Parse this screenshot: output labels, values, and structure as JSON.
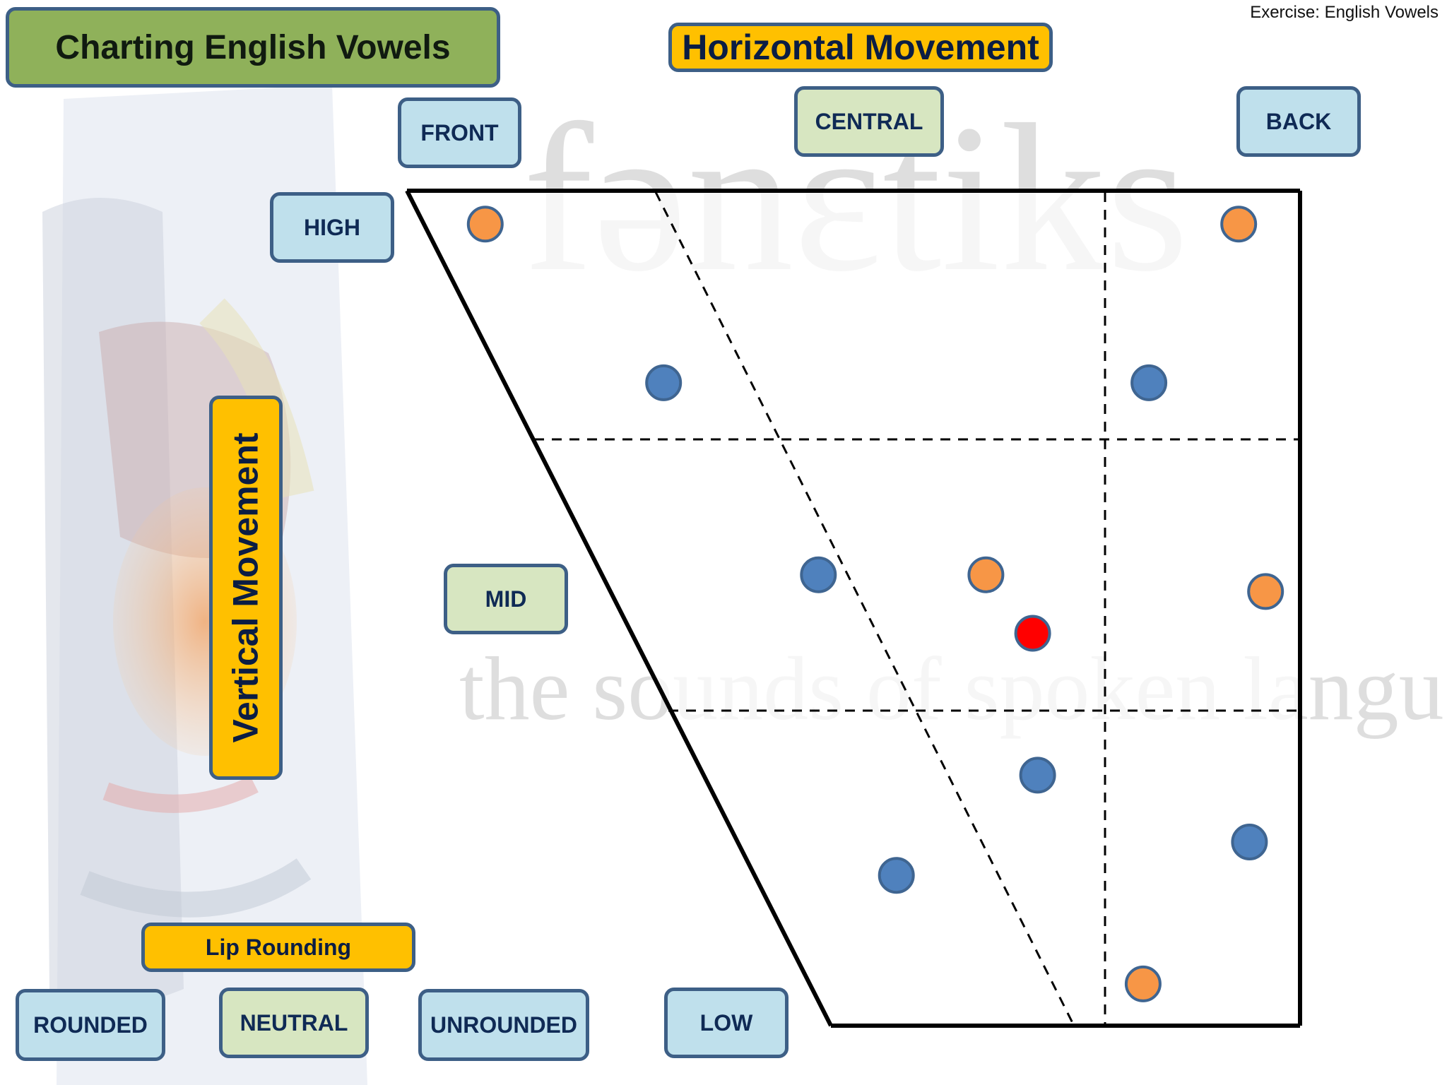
{
  "header": {
    "exercise": "Exercise: English Vowels",
    "title": "Charting English Vowels"
  },
  "watermark": {
    "logo": "fənɛtiks",
    "tagline": "the sounds of spoken language"
  },
  "horizontal": {
    "label": "Horizontal Movement",
    "front": "FRONT",
    "central": "CENTRAL",
    "back": "BACK"
  },
  "vertical": {
    "label": "Vertical Movement",
    "high": "HIGH",
    "mid": "MID",
    "low": "LOW"
  },
  "lips": {
    "label": "Lip Rounding",
    "rounded": "ROUNDED",
    "neutral": "NEUTRAL",
    "unrounded": "UNROUNDED"
  },
  "colors": {
    "orange": "#f79646",
    "blue": "#4f81bd",
    "red": "#ff0000",
    "yellow": "#ffc000",
    "green_title": "#8fb15a",
    "light_blue": "#bfe0ec",
    "light_green": "#d7e6c1"
  },
  "vowel_points": [
    {
      "backness": 0.07,
      "height": 0.96,
      "color": "orange"
    },
    {
      "backness": 0.93,
      "height": 0.96,
      "color": "orange"
    },
    {
      "backness": 0.2,
      "height": 0.77,
      "color": "blue"
    },
    {
      "backness": 0.81,
      "height": 0.77,
      "color": "blue"
    },
    {
      "backness": 0.31,
      "height": 0.54,
      "color": "blue"
    },
    {
      "backness": 0.55,
      "height": 0.54,
      "color": "orange"
    },
    {
      "backness": 0.95,
      "height": 0.52,
      "color": "orange"
    },
    {
      "backness": 0.6,
      "height": 0.47,
      "color": "red"
    },
    {
      "backness": 0.56,
      "height": 0.3,
      "color": "blue"
    },
    {
      "backness": 0.26,
      "height": 0.18,
      "color": "blue"
    },
    {
      "backness": 0.91,
      "height": 0.22,
      "color": "blue"
    },
    {
      "backness": 0.68,
      "height": 0.05,
      "color": "orange"
    }
  ]
}
